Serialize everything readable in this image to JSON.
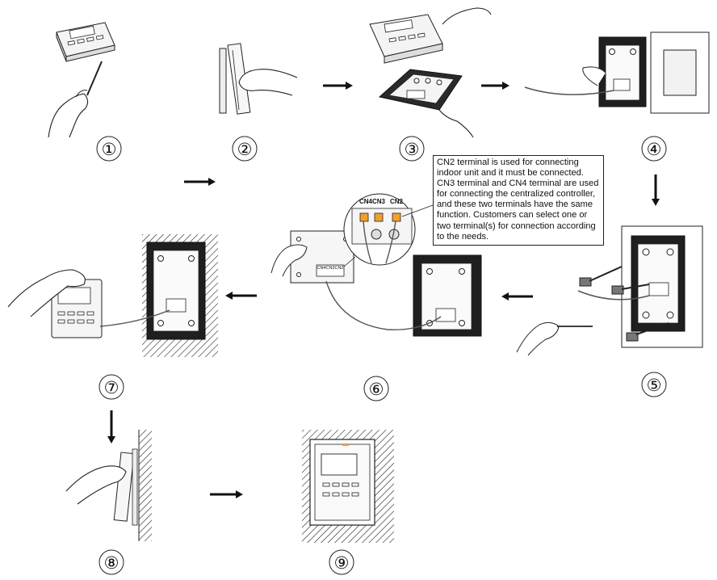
{
  "steps": [
    "①",
    "②",
    "③",
    "④",
    "⑤",
    "⑥",
    "⑦",
    "⑧",
    "⑨"
  ],
  "note": "CN2 terminal is used for connecting indoor unit and it must be connected. CN3 terminal and CN4 terminal are used for connecting the centralized controller, and these two terminals have the same function. Customers can select one or two terminal(s) for connection according to the needs.",
  "terminals": {
    "cn4": "CN4",
    "cn3": "CN3",
    "cn2": "CN2",
    "board": "CN4CN3CN2"
  }
}
